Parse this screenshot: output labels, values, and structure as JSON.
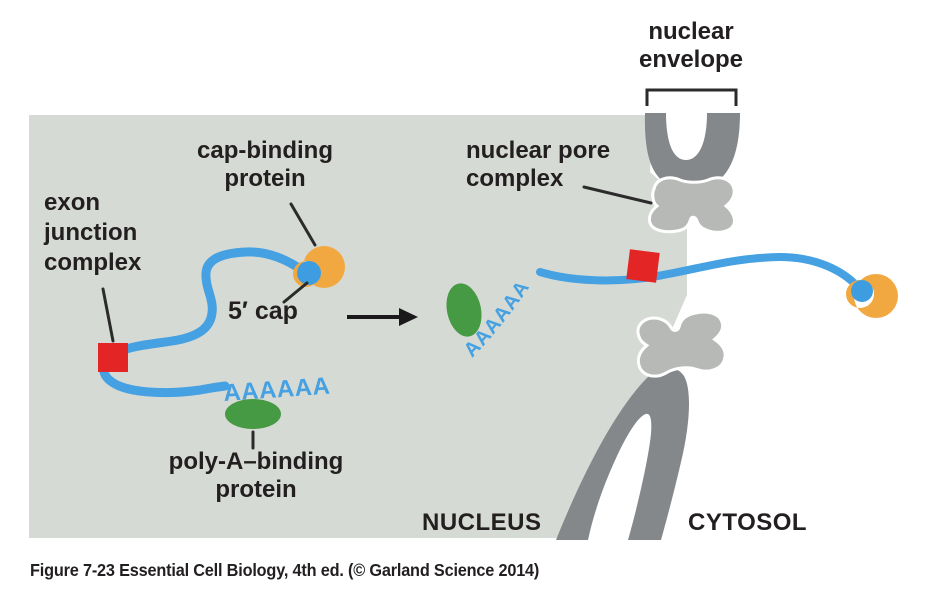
{
  "figure_type": "textbook-diagram",
  "caption": "Figure 7-23  Essential Cell Biology, 4th ed. (© Garland Science 2014)",
  "labels": {
    "cap_binding_protein": {
      "line1": "cap-binding",
      "line2": "protein"
    },
    "exon_junction_complex": {
      "line1": "exon",
      "line2": "junction",
      "line3": "complex"
    },
    "five_prime_cap": "5′ cap",
    "poly_a_binding_protein": {
      "line1": "poly-A–binding",
      "line2": "protein"
    },
    "nuclear_envelope": {
      "line1": "nuclear",
      "line2": "envelope"
    },
    "nuclear_pore_complex": {
      "line1": "nuclear pore",
      "line2": "complex"
    },
    "nucleus": "NUCLEUS",
    "cytosol": "CYTOSOL",
    "poly_a_tail_left": "AAAAAA",
    "poly_a_tail_right": "AAAAAA"
  },
  "colors": {
    "mrna_blue": "#46a1e3",
    "cap_circle_blue": "#3e9de0",
    "cap_protein_orange": "#f2a841",
    "poly_a_protein_green": "#459a43",
    "exon_junction_red": "#e32526",
    "nucleus_background": "#d6dad4",
    "envelope_dark_gray": "#85888b",
    "pore_light_gray": "#b7b9b7",
    "label_black": "#231f20"
  }
}
